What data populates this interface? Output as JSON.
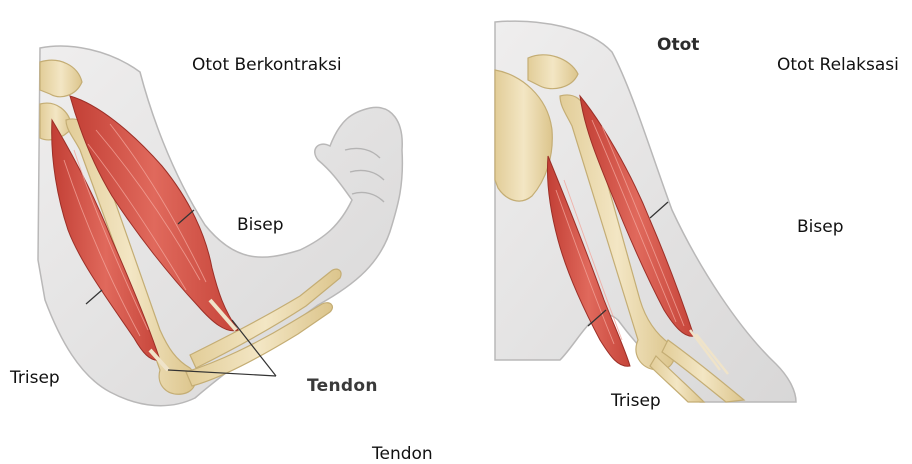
{
  "figure": {
    "panels": [
      {
        "name": "contracted",
        "title": "Otot Berkontraksi",
        "labels": {
          "biceps": "Bisep",
          "triceps": "Trisep",
          "tendon": "Tendon"
        }
      },
      {
        "name": "relaxed",
        "title": "Otot Relaksasi",
        "top_word": "Otot",
        "labels": {
          "biceps": "Bisep",
          "triceps": "Trisep"
        }
      }
    ],
    "bottom_label": "Tendon"
  },
  "colors": {
    "skin": "#e4e3e3",
    "skin_outline": "#b9b8b8",
    "bone": "#ecdcb0",
    "bone_outline": "#c4ad74",
    "muscle": "#d35448",
    "muscle_light": "#ea8a7e",
    "pointer": "#333333"
  }
}
